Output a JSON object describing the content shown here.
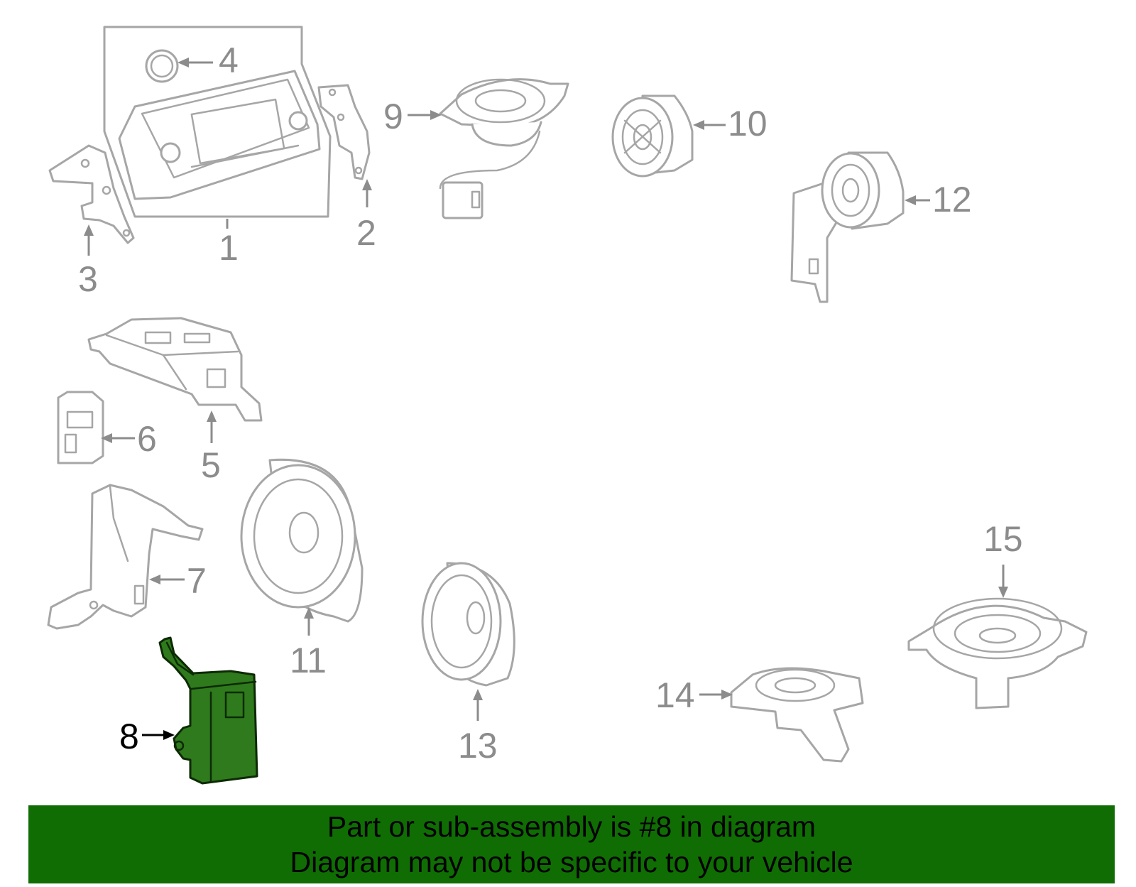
{
  "callouts": {
    "c1": "1",
    "c2": "2",
    "c3": "3",
    "c4": "4",
    "c5": "5",
    "c6": "6",
    "c7": "7",
    "c8": "8",
    "c9": "9",
    "c10": "10",
    "c11": "11",
    "c12": "12",
    "c13": "13",
    "c14": "14",
    "c15": "15"
  },
  "highlighted_part": "8",
  "colors": {
    "highlight_fill": "#2f7a1c",
    "banner_background": "#0f6d04",
    "part_outline": "#a6a6a6",
    "callout_text": "#8c8c8c"
  },
  "footer": {
    "line1": "Part or sub-assembly is #8 in diagram",
    "line2": "Diagram may not be specific to your vehicle"
  }
}
